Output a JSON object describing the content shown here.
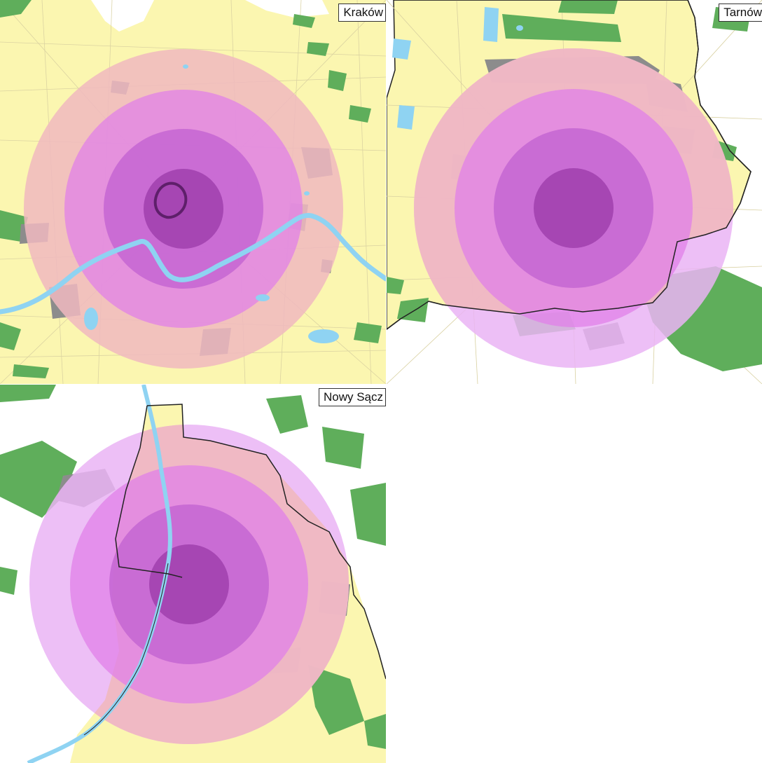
{
  "panels": [
    {
      "id": "krakow",
      "label": "Kraków"
    },
    {
      "id": "tarnow",
      "label": "Tarnów"
    },
    {
      "id": "nowysacz",
      "label": "Nowy Sącz"
    }
  ],
  "legend_colors": {
    "urban": "#fbf6b0",
    "forest": "#5fae5b",
    "industrial": "#8c8c8c",
    "water": "#8fd3f2",
    "zone_outer": "#f0b8c0",
    "zone_ring3": "#e080e8",
    "zone_ring2": "#c060d0",
    "zone_ring1": "#9a3aa8",
    "zone_outside_city": "#eab4f4"
  }
}
